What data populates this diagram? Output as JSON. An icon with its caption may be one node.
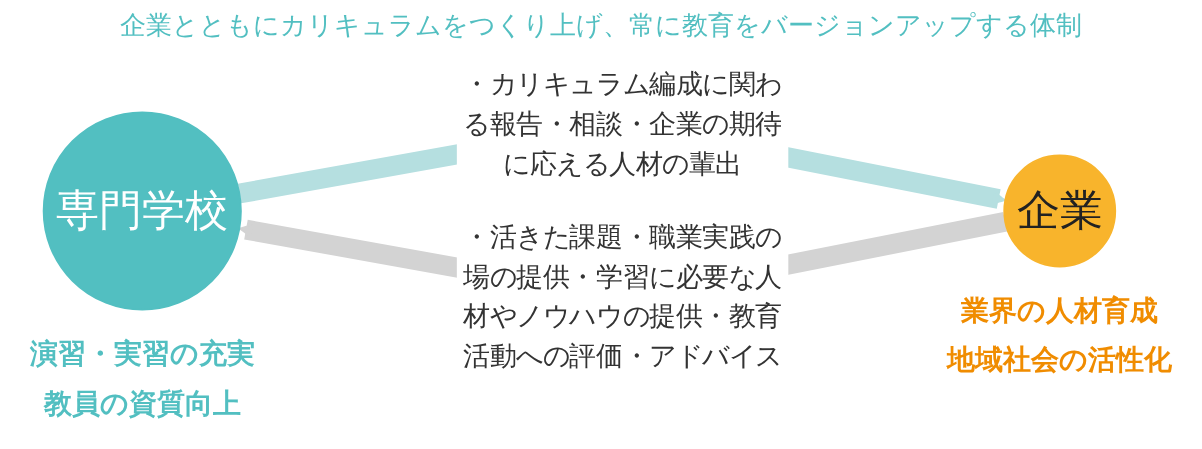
{
  "diagram": {
    "title": "企業とともにカリキュラムをつくり上げ、常に教育をバージョンアップする体制",
    "nodes": [
      {
        "text": [
          "専門学校"
        ],
        "beside": [
          "演習・実習の充実",
          "教員の資質向上"
        ]
      },
      {
        "text": [
          "企業"
        ],
        "beside": [
          "業界の人材育成",
          "地域社会の活性化"
        ]
      }
    ],
    "edges": [
      {
        "from": 0,
        "to": 1,
        "arrow": "to",
        "label": "・カリキュラム編成に関わる報告・相談・企業の期待に応える人材の輩出",
        "color": "#b5dfe0"
      },
      {
        "from": 1,
        "to": 0,
        "arrow": "to",
        "label": "・活きた課題・職業実践の場の提供・学習に必要な人材やノウハウの提供・教育活動への評価・アドバイス",
        "color": "#d3d3d3"
      }
    ]
  }
}
